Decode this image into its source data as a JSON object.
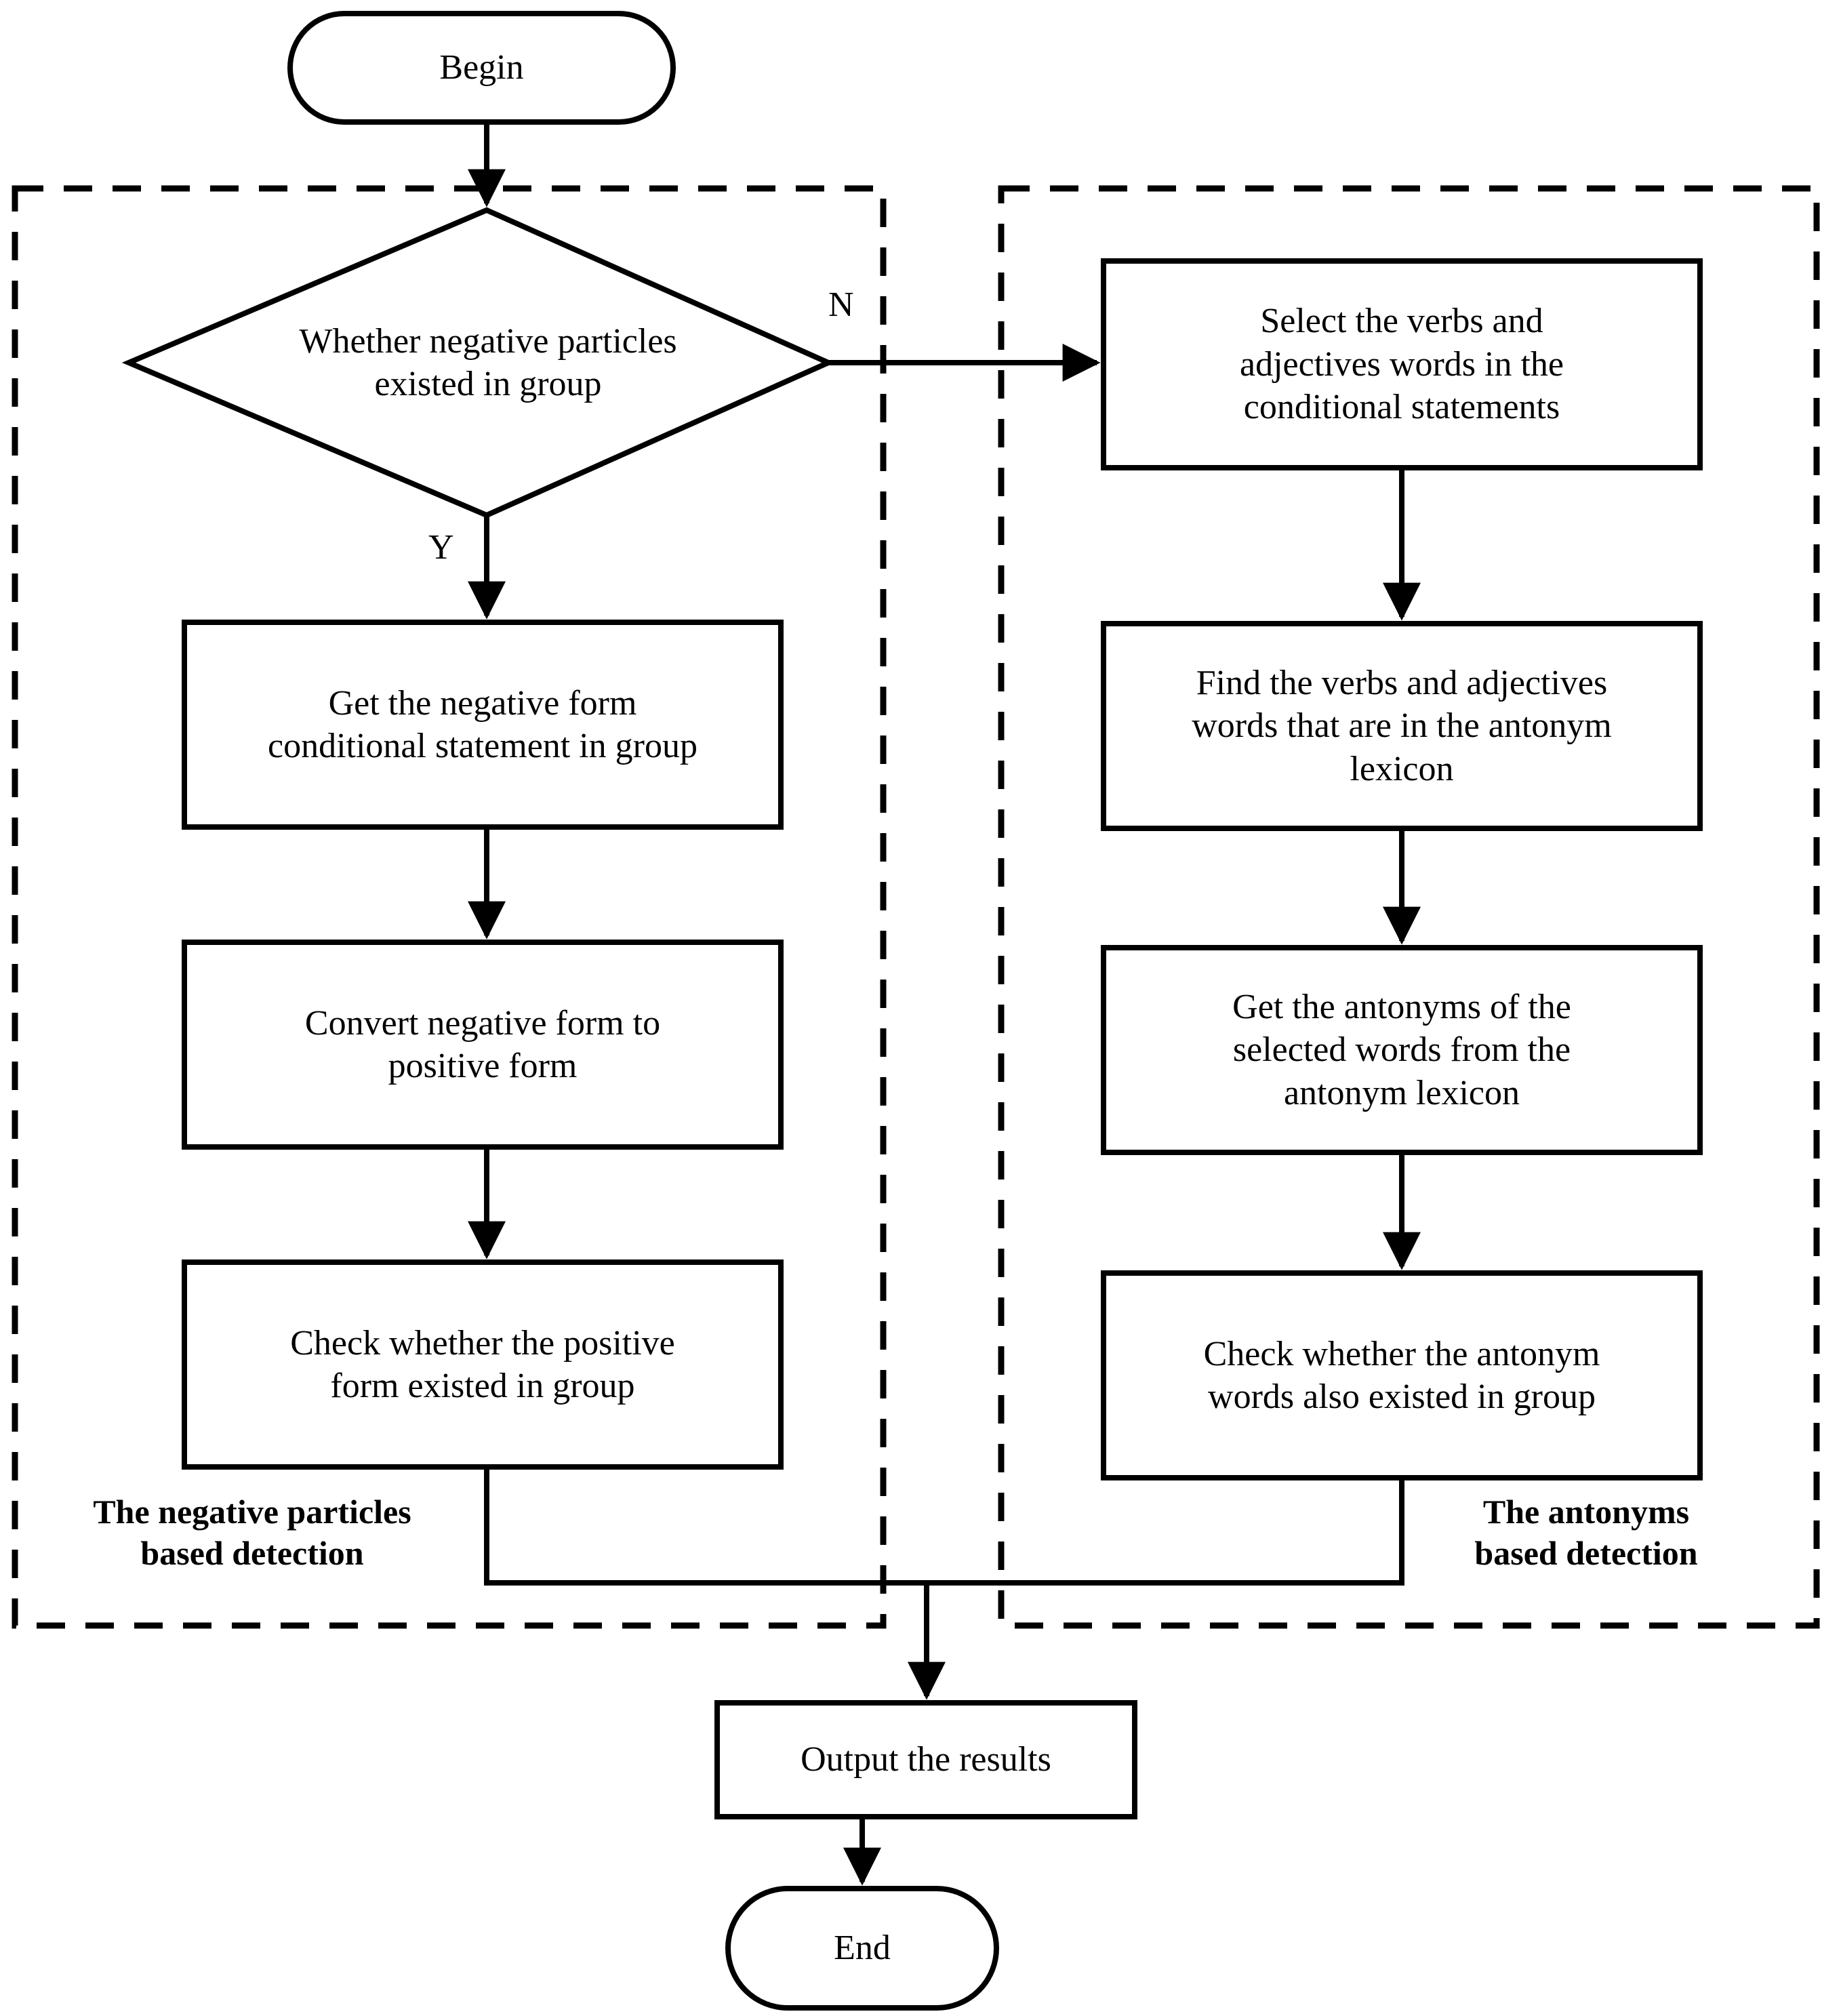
{
  "diagram": {
    "type": "flowchart",
    "title_visible": false,
    "stroke_color": "#000000",
    "fill_color": "#ffffff",
    "background": "#ffffff"
  },
  "nodes": {
    "begin": {
      "label": "Begin",
      "shape": "terminal"
    },
    "decision": {
      "label": "Whether negative particles\nexisted in group",
      "shape": "diamond"
    },
    "left_1": {
      "label": "Get the negative form\nconditional statement in group",
      "shape": "process"
    },
    "left_2": {
      "label": "Convert negative form to\npositive form",
      "shape": "process"
    },
    "left_3": {
      "label": "Check whether the positive\nform existed in group",
      "shape": "process"
    },
    "right_1": {
      "label": "Select the verbs and\nadjectives words in the\nconditional statements",
      "shape": "process"
    },
    "right_2": {
      "label": "Find the verbs and adjectives\nwords that are in the antonym\nlexicon",
      "shape": "process"
    },
    "right_3": {
      "label": "Get the antonyms of the\nselected words from the\nantonym lexicon",
      "shape": "process"
    },
    "right_4": {
      "label": "Check whether the antonym\nwords also existed in group",
      "shape": "process"
    },
    "output": {
      "label": "Output the results",
      "shape": "process"
    },
    "end": {
      "label": "End",
      "shape": "terminal"
    }
  },
  "branch_labels": {
    "yes": "Y",
    "no": "N"
  },
  "groups": {
    "left": {
      "label": "The negative particles\nbased detection",
      "border": "dashed"
    },
    "right": {
      "label": "The antonyms\nbased detection",
      "border": "dashed"
    }
  }
}
